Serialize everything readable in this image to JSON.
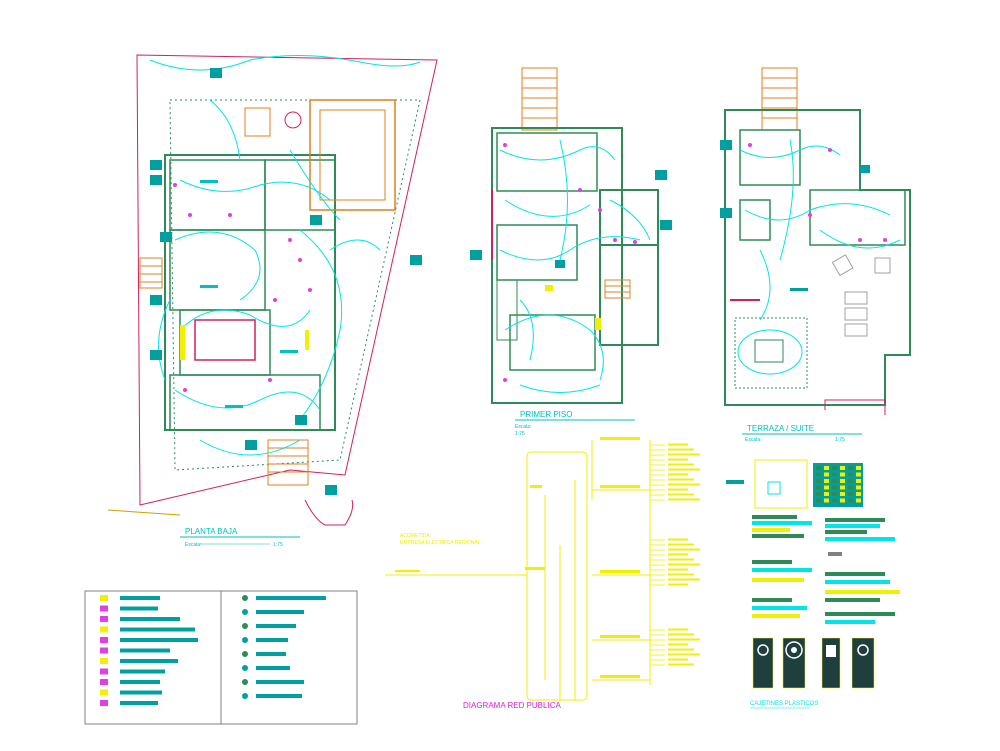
{
  "plans": {
    "ground_floor": {
      "title": "PLANTA BAJA",
      "scale_label": "Escala:",
      "scale": "1:75"
    },
    "first_floor": {
      "title": "PRIMER PISO",
      "scale_label": "Escala:",
      "scale": "1:75"
    },
    "terrace": {
      "title": "TERRAZA / SUITE",
      "scale_label": "Escala:",
      "scale": "1:75"
    }
  },
  "diagram": {
    "title": "DIAGRAMA RED PUBLICA",
    "header_line1": "ACOMETIDA",
    "header_line2": "EMPRESA ELECTRICA REGIONAL"
  },
  "boxes": {
    "caption": "CAJETINES PLASTICOS"
  },
  "colors": {
    "wiring": "#00e5e5",
    "walls": "#2e8b57",
    "plan_titles": "#00c0c0",
    "diagram_title": "#e020e0",
    "diagram_lines": "#f0f000",
    "symbols": "#00a0a0",
    "fixtures": "#e040e0",
    "stairs": "#e08020",
    "outline": "#d02060"
  }
}
